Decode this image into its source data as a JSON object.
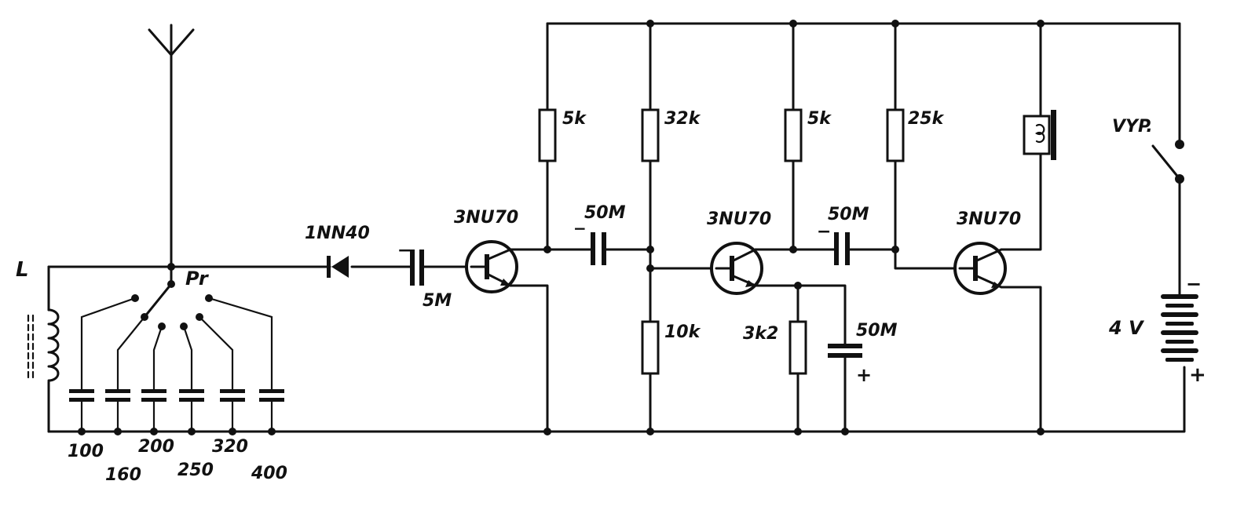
{
  "labels": {
    "coil": "L",
    "switch": "Pr",
    "diode": "1NN40",
    "c_in": "5M",
    "t1": "3NU70",
    "t2": "3NU70",
    "t3": "3NU70",
    "r1": "5k",
    "r2": "32k",
    "r3": "5k",
    "r4": "25k",
    "r5": "10k",
    "r6": "3k2",
    "c1": "50M",
    "c2": "50M",
    "c_e": "50M",
    "power_switch": "VYP.",
    "battery": "4 V",
    "minus": "−",
    "plus": "+"
  },
  "tuning_capacitors": [
    "100",
    "160",
    "200",
    "250",
    "320",
    "400"
  ]
}
